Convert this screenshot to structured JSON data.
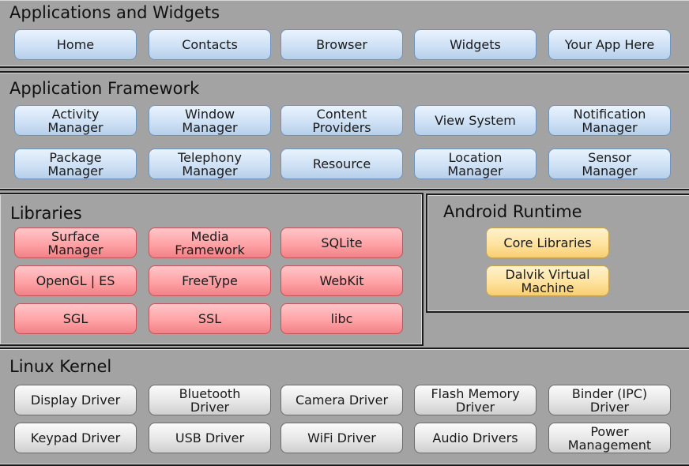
{
  "apps": {
    "title": "Applications and Widgets",
    "items": [
      "Home",
      "Contacts",
      "Browser",
      "Widgets",
      "Your App Here"
    ]
  },
  "framework": {
    "title": "Application Framework",
    "items": [
      "Activity\nManager",
      "Window\nManager",
      "Content\nProviders",
      "View System",
      "Notification\nManager",
      "Package\nManager",
      "Telephony\nManager",
      "Resource",
      "Location\nManager",
      "Sensor\nManager"
    ]
  },
  "libraries": {
    "title": "Libraries",
    "items": [
      "Surface\nManager",
      "Media\nFramework",
      "SQLite",
      "OpenGL | ES",
      "FreeType",
      "WebKit",
      "SGL",
      "SSL",
      "libc"
    ]
  },
  "runtime": {
    "title": "Android Runtime",
    "items": [
      "Core Libraries",
      "Dalvik Virtual\nMachine"
    ]
  },
  "kernel": {
    "title": "Linux Kernel",
    "items": [
      "Display Driver",
      "Bluetooth\nDriver",
      "Camera Driver",
      "Flash Memory\nDriver",
      "Binder (IPC)\nDriver",
      "Keypad Driver",
      "USB Driver",
      "WiFi Driver",
      "Audio Drivers",
      "Power\nManagement"
    ]
  }
}
